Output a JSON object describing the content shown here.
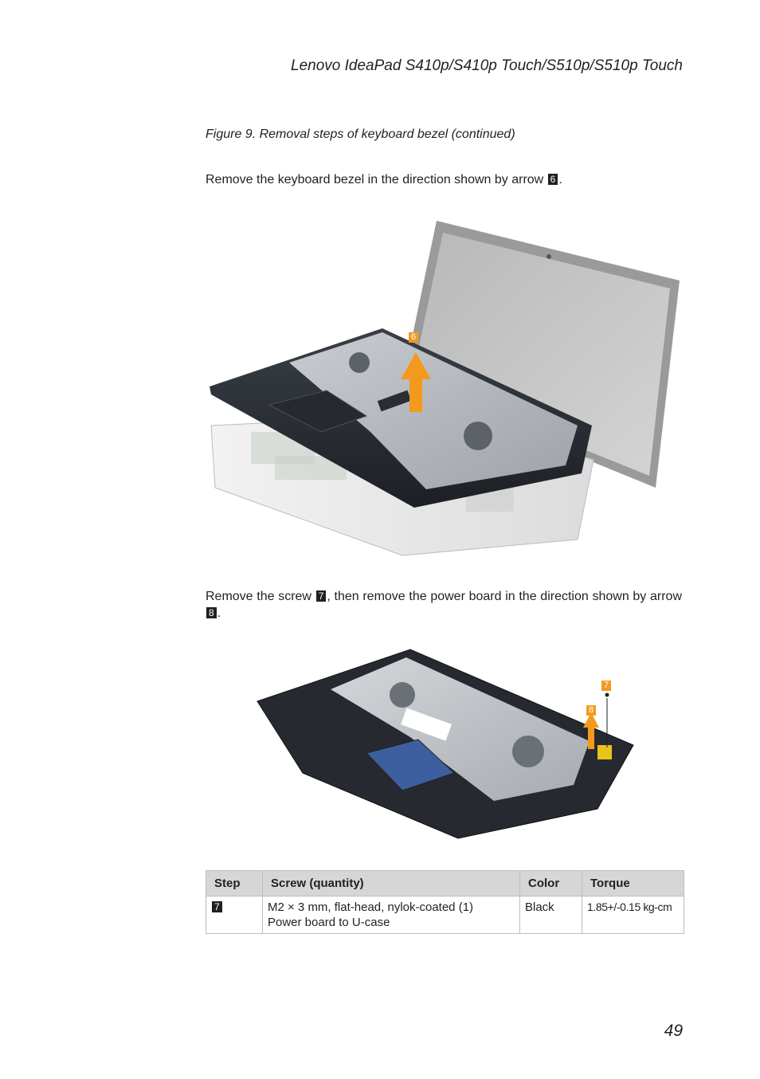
{
  "header": {
    "title": "Lenovo IdeaPad S410p/S410p Touch/S510p/S510p Touch"
  },
  "figure": {
    "caption": "Figure 9. Removal steps of keyboard bezel (continued)"
  },
  "instructions": {
    "step1": {
      "text_before": "Remove the keyboard bezel in the direction shown by arrow ",
      "badge": "6",
      "text_after": "."
    },
    "step2": {
      "text_before": "Remove the screw ",
      "badge1": "7",
      "text_middle": ", then remove the power board in the direction shown by arrow ",
      "badge2": "8",
      "text_after": "."
    }
  },
  "callouts": {
    "arrow6": "6",
    "screw7": "7",
    "arrow8": "8"
  },
  "table": {
    "headers": [
      "Step",
      "Screw (quantity)",
      "Color",
      "Torque"
    ],
    "row": {
      "step": "7",
      "screw_line1": "M2 × 3 mm, flat-head, nylok-coated (1)",
      "screw_line2": "Power board to U-case",
      "color": "Black",
      "torque": "1.85+/-0.15 kg-cm"
    }
  },
  "footer": {
    "page_number": "49"
  },
  "colors": {
    "callout": "#f39a1e",
    "text": "#231f20",
    "table_header": "#d6d6d6"
  }
}
